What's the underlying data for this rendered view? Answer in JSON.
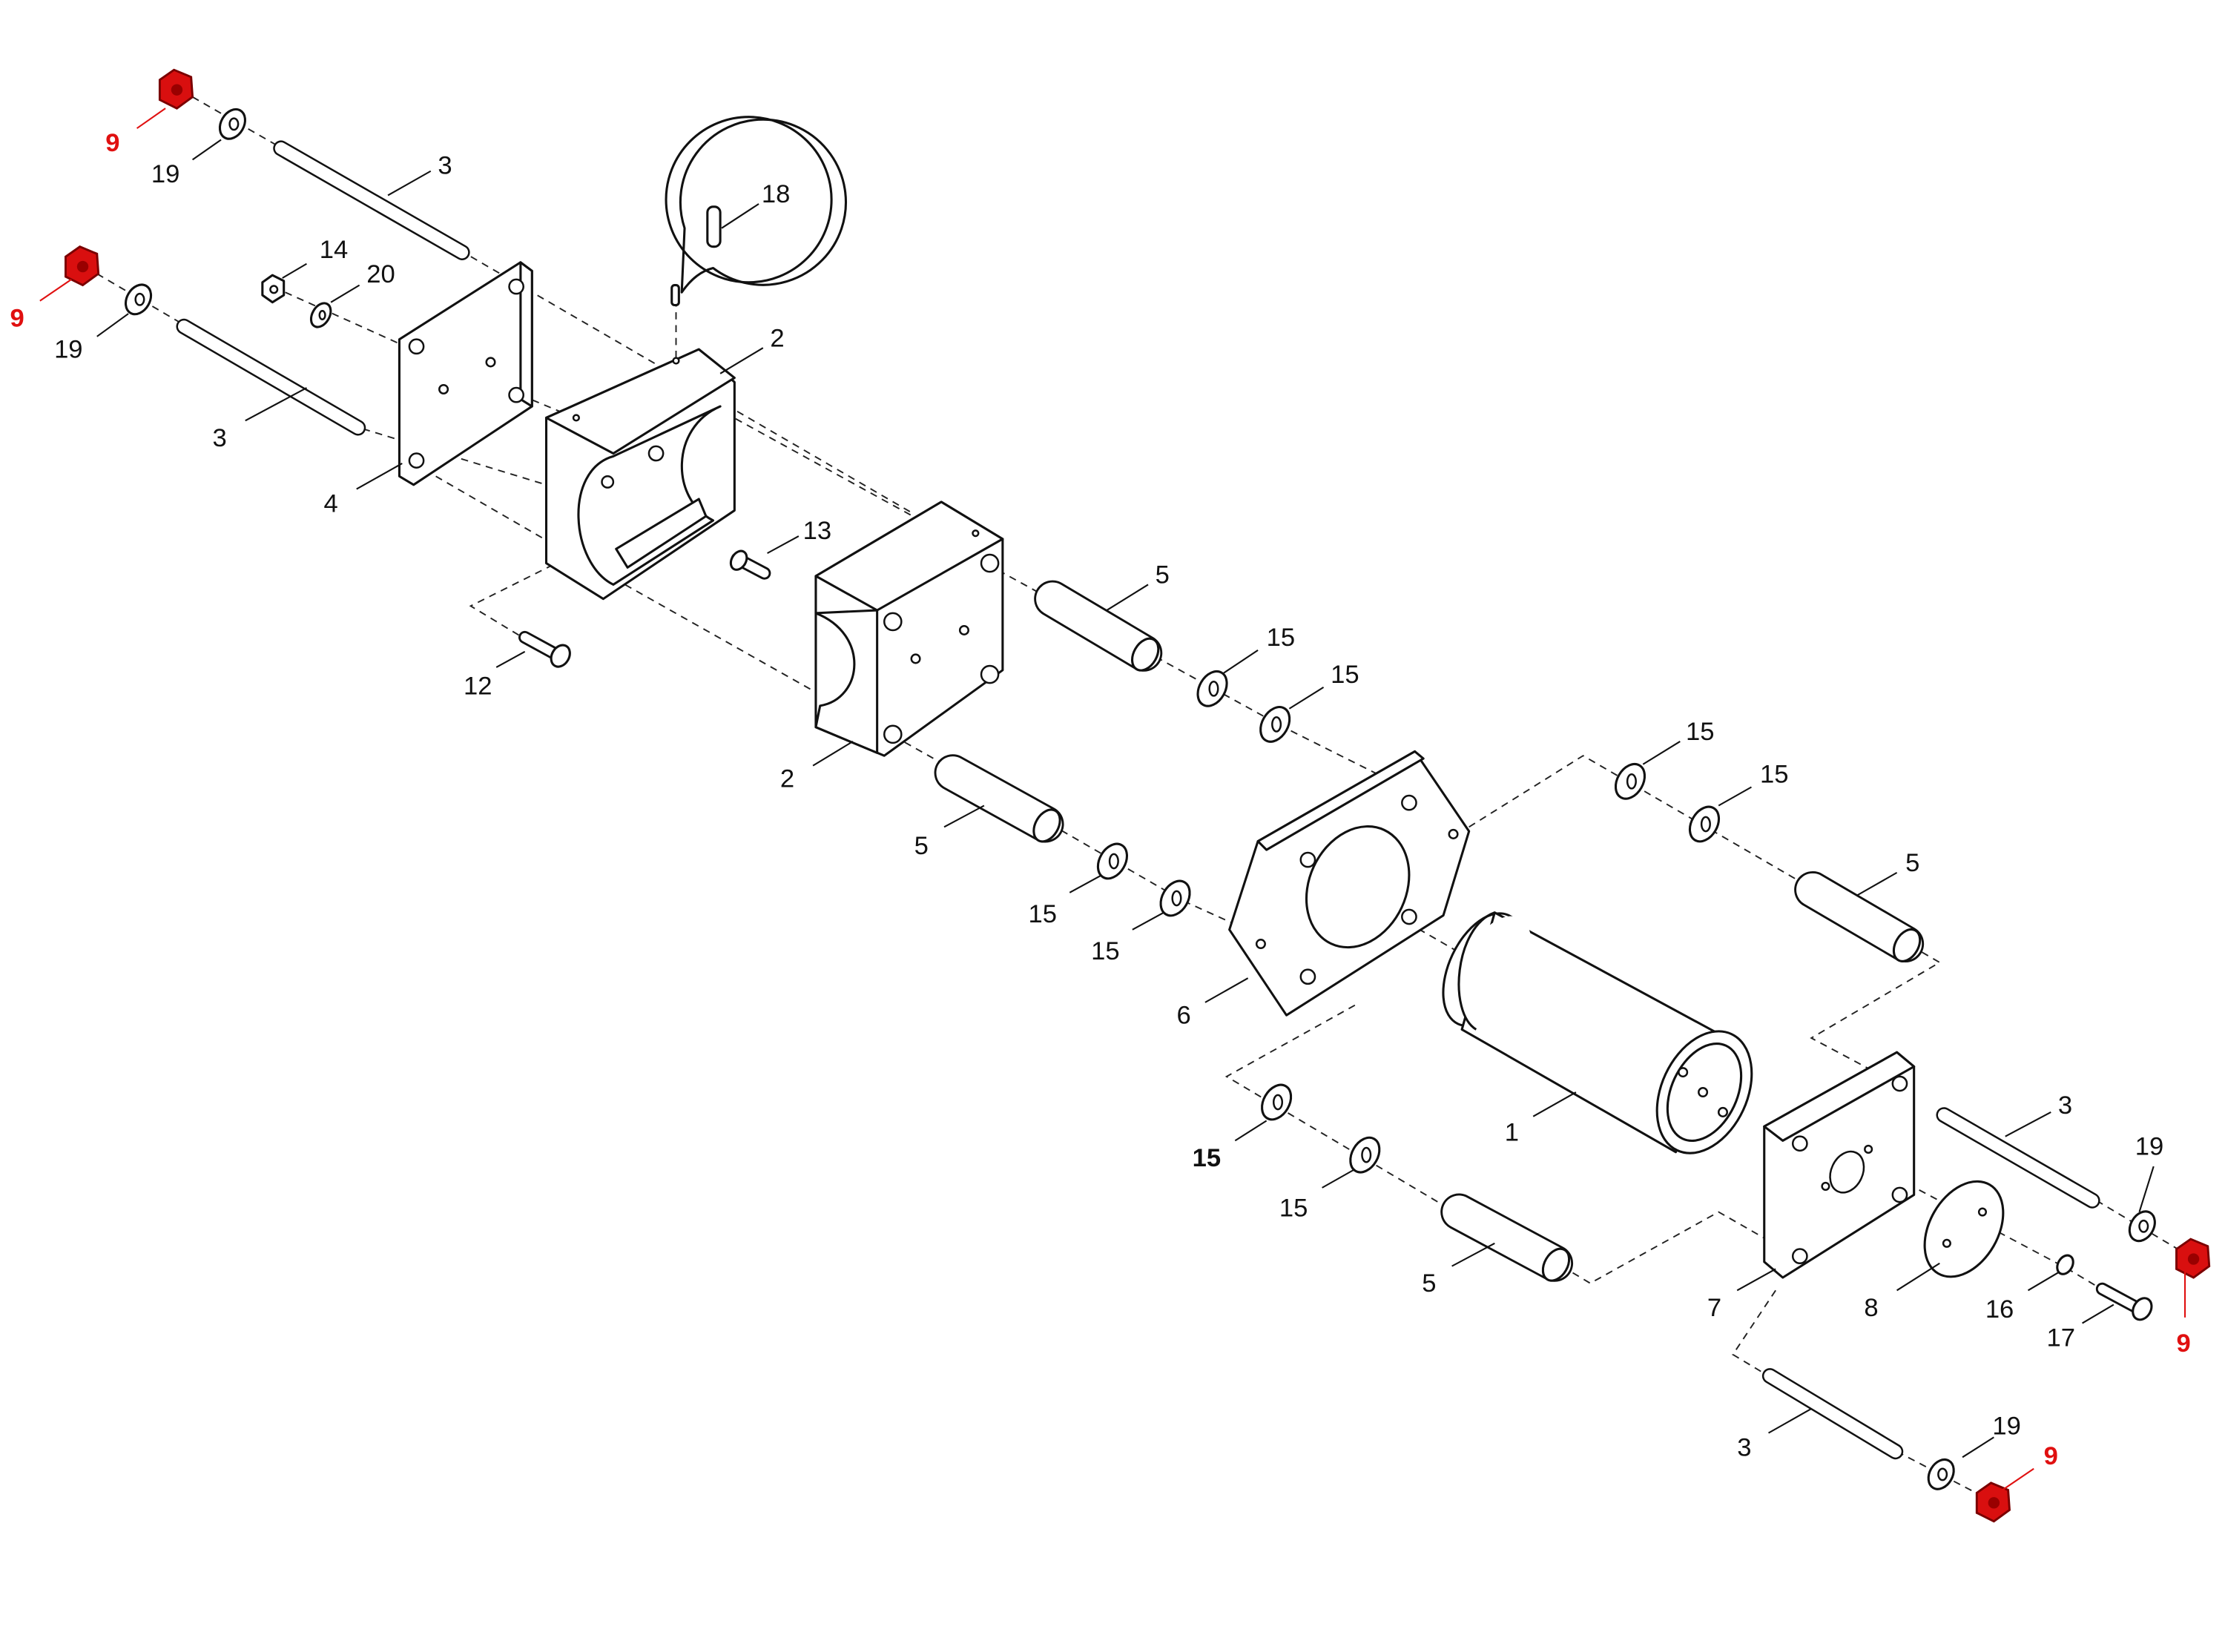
{
  "title": "Exploded parts diagram",
  "colors": {
    "highlight": "#d90f0f",
    "line": "#111111",
    "background": "#ffffff"
  },
  "labels": {
    "nut_9_a": "9",
    "washer_19_a": "19",
    "rod_3_a": "3",
    "nut_9_b": "9",
    "washer_19_b": "19",
    "nut_14": "14",
    "washer_20": "20",
    "rod_3_b": "3",
    "plate_4": "4",
    "pin_18": "18",
    "block_2_a": "2",
    "screw_13": "13",
    "screw_12": "12",
    "spacer_5_a": "5",
    "washer_15_a": "15",
    "washer_15_b": "15",
    "block_2_b": "2",
    "spacer_5_b": "5",
    "washer_15_c": "15",
    "washer_15_d": "15",
    "washer_15_e": "15",
    "washer_15_f": "15",
    "spacer_5_c": "5",
    "flange_6": "6",
    "cylinder_1": "1",
    "rod_3_c": "3",
    "washer_19_c": "19",
    "washer_15_g": "15",
    "washer_15_h": "15",
    "spacer_5_d": "5",
    "plate_7": "7",
    "disk_8": "8",
    "washer_16": "16",
    "screw_17": "17",
    "nut_9_c": "9",
    "rod_3_d": "3",
    "washer_19_d": "19",
    "nut_9_d": "9"
  }
}
